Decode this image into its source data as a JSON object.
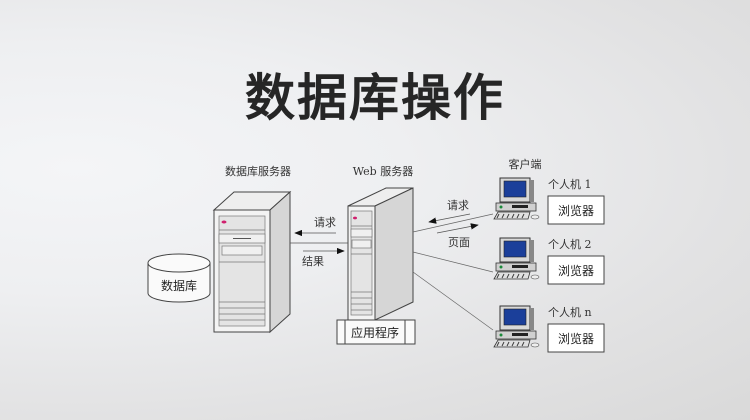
{
  "title": "数据库操作",
  "diagram": {
    "db_server_label": "数据库服务器",
    "web_server_label": "Web 服务器",
    "client_label": "客户端",
    "database_label": "数据库",
    "app_label": "应用程序",
    "request_label": "请求",
    "result_label": "结果",
    "client_request_label": "请求",
    "page_label": "页面",
    "clients": [
      {
        "name": "个人机 1",
        "browser": "浏览器"
      },
      {
        "name": "个人机 2",
        "browser": "浏览器"
      },
      {
        "name": "个人机 n",
        "browser": "浏览器"
      }
    ],
    "colors": {
      "screen": "#1b3f9a",
      "led": "#d0206e",
      "server_front": "#f3f3f3",
      "server_side": "#d6d6d6",
      "line": "#555555"
    }
  }
}
